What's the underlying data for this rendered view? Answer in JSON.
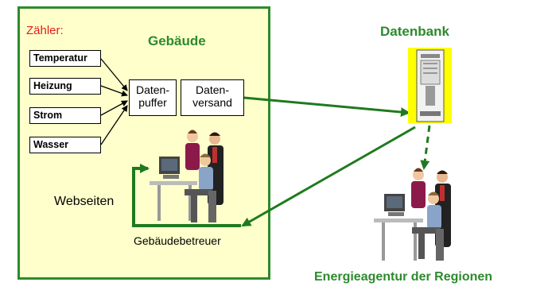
{
  "building": {
    "counter_label": "Zähler:",
    "title": "Gebäude",
    "meters": [
      "Temperatur",
      "Heizung",
      "Strom",
      "Wasser"
    ],
    "buffer_label": "Daten-\npuffer",
    "dispatch_label": "Daten-\nversand",
    "webpages_label": "Webseiten",
    "caretaker_label": "Gebäudebetreuer"
  },
  "database": {
    "title": "Datenbank"
  },
  "agency": {
    "label": "Energieagentur der Regionen"
  },
  "colors": {
    "frame": "#2d8a2d",
    "building_bg": "#ffffcc",
    "counter": "#e0201a",
    "server_bg": "#ffff00"
  }
}
